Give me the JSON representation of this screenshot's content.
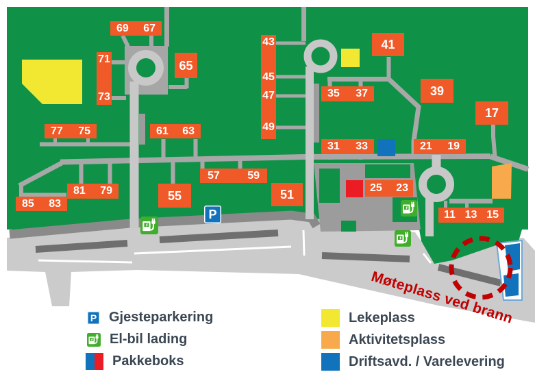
{
  "map": {
    "annotation": "Møteplass ved brann",
    "parking_symbol": "P",
    "plates": [
      {
        "numbers": [
          "69",
          "67"
        ]
      },
      {
        "numbers": [
          "71",
          "73"
        ]
      },
      {
        "numbers": [
          "65"
        ]
      },
      {
        "numbers": [
          "43",
          "45",
          "47",
          "49"
        ]
      },
      {
        "numbers": [
          "41"
        ]
      },
      {
        "numbers": [
          "39"
        ]
      },
      {
        "numbers": [
          "17"
        ]
      },
      {
        "numbers": [
          "77",
          "75"
        ]
      },
      {
        "numbers": [
          "61",
          "63"
        ]
      },
      {
        "numbers": [
          "35",
          "37"
        ]
      },
      {
        "numbers": [
          "31",
          "33"
        ]
      },
      {
        "numbers": [
          "21",
          "19"
        ]
      },
      {
        "numbers": [
          "57",
          "59"
        ]
      },
      {
        "numbers": [
          "55"
        ]
      },
      {
        "numbers": [
          "81",
          "79"
        ]
      },
      {
        "numbers": [
          "85",
          "83"
        ]
      },
      {
        "numbers": [
          "51"
        ]
      },
      {
        "numbers": [
          "25",
          "23"
        ]
      },
      {
        "numbers": [
          "11",
          "13",
          "15"
        ]
      }
    ],
    "colors": {
      "field_green": "#0f9247",
      "building_orange": "#f05a28",
      "road_light": "#cbcbcb",
      "road_mid": "#a8a8a8",
      "parking_gray": "#9c9c9c",
      "lane_stripe": "#6f6f6f",
      "playground_yellow": "#f2e832",
      "activity_orange": "#f8a94b",
      "operations_blue": "#1173bc",
      "parcel_red": "#ec1c24",
      "alert_red": "#c10000",
      "ev_green": "#3fae2a",
      "legend_text": "#3b4753"
    }
  },
  "legend": {
    "left": [
      {
        "label": "Gjesteparkering"
      },
      {
        "label": "El-bil lading"
      },
      {
        "label": "Pakkeboks"
      }
    ],
    "right": [
      {
        "label": "Lekeplass"
      },
      {
        "label": "Aktivitetsplass"
      },
      {
        "label": "Driftsavd. / Varelevering"
      }
    ]
  }
}
